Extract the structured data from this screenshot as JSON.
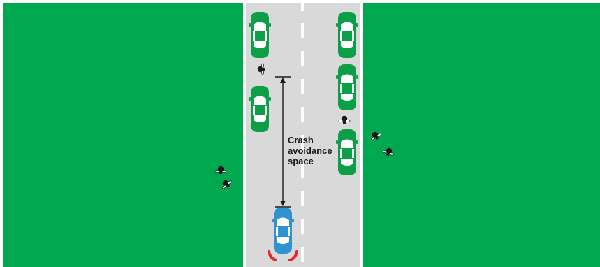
{
  "colors": {
    "grass": "#00a94f",
    "road": "#d9d9d9",
    "edge_line": "#ffffff",
    "center_dash": "#ffffff",
    "parked_car": "#0d9f48",
    "parked_car_trim": "#ffffff",
    "driver_car": "#2f93d3",
    "brake_glow": "#e8232a",
    "measure_line": "#1a1a1a",
    "pedestrian": "#1a1a1a"
  },
  "annotation": {
    "label_line1": "Crash",
    "label_line2": "avoidance",
    "label_line3": "space"
  },
  "icons": {
    "parked_car": "parked-car-icon",
    "driver_car": "driver-car-icon",
    "pedestrian": "pedestrian-icon",
    "measure": "double-arrow-icon"
  }
}
